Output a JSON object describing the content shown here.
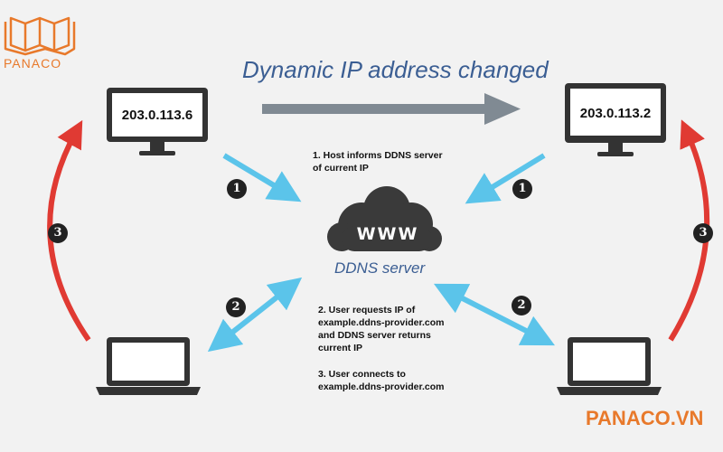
{
  "brand": {
    "logo_text": "PANACO",
    "watermark": "PANACO.VN",
    "color": "#e8792b"
  },
  "title": "Dynamic IP address changed",
  "hosts": {
    "left_ip": "203.0.113.6",
    "right_ip": "203.0.113.2"
  },
  "server": {
    "icon_text": "WWW",
    "label": "DDNS server"
  },
  "steps": {
    "step1": [
      "1. Host informs DDNS server",
      "of current IP"
    ],
    "step2": [
      "2. User requests IP of",
      "example.ddns-provider.com",
      "and DDNS server returns",
      "current IP"
    ],
    "step3": [
      "3. User connects to",
      "example.ddns-provider.com"
    ]
  },
  "badges": {
    "one": "1",
    "two": "2",
    "three": "3"
  },
  "colors": {
    "blue_arrow": "#5bc4ea",
    "red_arrow": "#e03a33",
    "gray_arrow": "#808a93",
    "device": "#333333",
    "title": "#3b5e93"
  },
  "icons": [
    "book-logo-icon",
    "monitor-icon",
    "laptop-icon",
    "cloud-icon"
  ]
}
